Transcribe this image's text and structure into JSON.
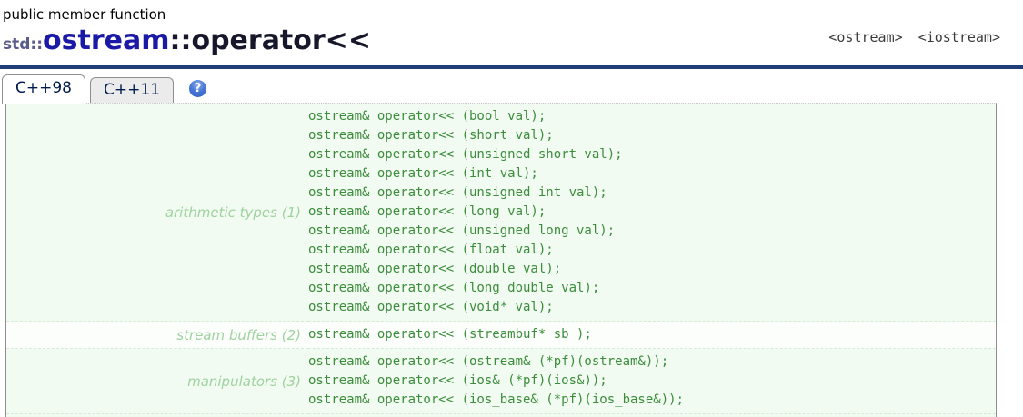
{
  "page": {
    "kind_label": "public member function"
  },
  "title": {
    "namespace": "std::",
    "class_name": "ostream",
    "member": "::operator<<"
  },
  "header_links": [
    {
      "label": "<ostream>"
    },
    {
      "label": "<iostream>"
    }
  ],
  "tabs": [
    {
      "label": "C++98",
      "active": true
    },
    {
      "label": "C++11",
      "active": false
    }
  ],
  "help_icon_glyph": "?",
  "declarations": [
    {
      "label": "arithmetic types (1)",
      "lines": [
        "ostream& operator<< (bool val);",
        "ostream& operator<< (short val);",
        "ostream& operator<< (unsigned short val);",
        "ostream& operator<< (int val);",
        "ostream& operator<< (unsigned int val);",
        "ostream& operator<< (long val);",
        "ostream& operator<< (unsigned long val);",
        "ostream& operator<< (float val);",
        "ostream& operator<< (double val);",
        "ostream& operator<< (long double val);",
        "ostream& operator<< (void* val);"
      ]
    },
    {
      "label": "stream buffers (2)",
      "lines": [
        "ostream& operator<< (streambuf* sb );"
      ]
    },
    {
      "label": "manipulators (3)",
      "lines": [
        "ostream& operator<< (ostream& (*pf)(ostream&));",
        "ostream& operator<< (ios& (*pf)(ios&));",
        "ostream& operator<< (ios_base& (*pf)(ios_base&));"
      ]
    }
  ],
  "colors": {
    "divider_navy": "#1f3d77",
    "title_class_blue": "#1a1aa6",
    "title_member_dark": "#17172b",
    "code_green": "#3b8c3b",
    "label_green": "#9ed29e",
    "help_icon_blue": "#2d5ec4",
    "tab_text_navy": "#001a4d"
  }
}
